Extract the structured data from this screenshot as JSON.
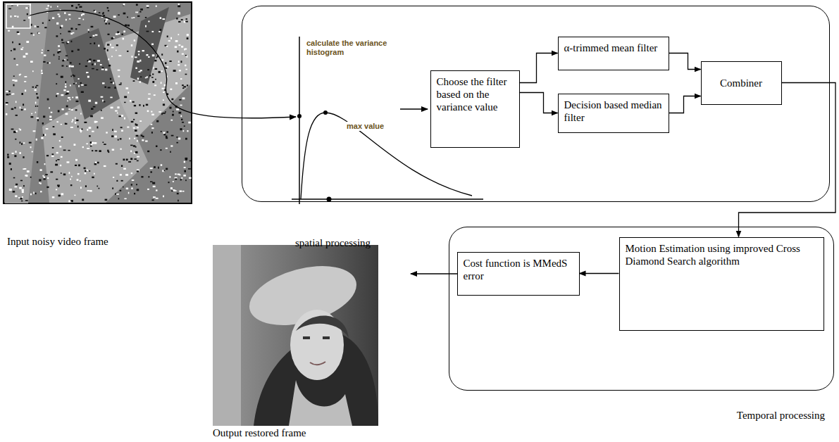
{
  "diagram": {
    "nodes": [
      {
        "text": [
          "spatial processing"
        ]
      },
      {
        "text": [
          "Choose the filter based on the variance value"
        ],
        "in": 0
      },
      {
        "text": [
          "α-trimmed mean filter"
        ],
        "in": 0
      },
      {
        "text": [
          "Decision based median filter"
        ],
        "in": 0
      },
      {
        "text": [
          "Combiner"
        ],
        "in": 0
      },
      {
        "text": [
          "Temporal processing"
        ]
      },
      {
        "text": [
          "Motion Estimation using improved Cross Diamond Search algorithm"
        ],
        "in": 5
      },
      {
        "text": [
          "Cost function is MMedS error"
        ],
        "in": 5
      }
    ],
    "edges": [
      {
        "from": 1,
        "to": 2,
        "arrow": "to"
      },
      {
        "from": 1,
        "to": 3,
        "arrow": "to"
      },
      {
        "from": 2,
        "to": 4,
        "arrow": "to"
      },
      {
        "from": 3,
        "to": 4,
        "arrow": "to"
      },
      {
        "from": 4,
        "to": 6,
        "arrow": "to"
      },
      {
        "from": 6,
        "to": 7,
        "arrow": "to"
      }
    ],
    "labels": [
      "Input noisy video frame",
      "calculate the variance histogram",
      "max value",
      "Output restored frame"
    ]
  }
}
